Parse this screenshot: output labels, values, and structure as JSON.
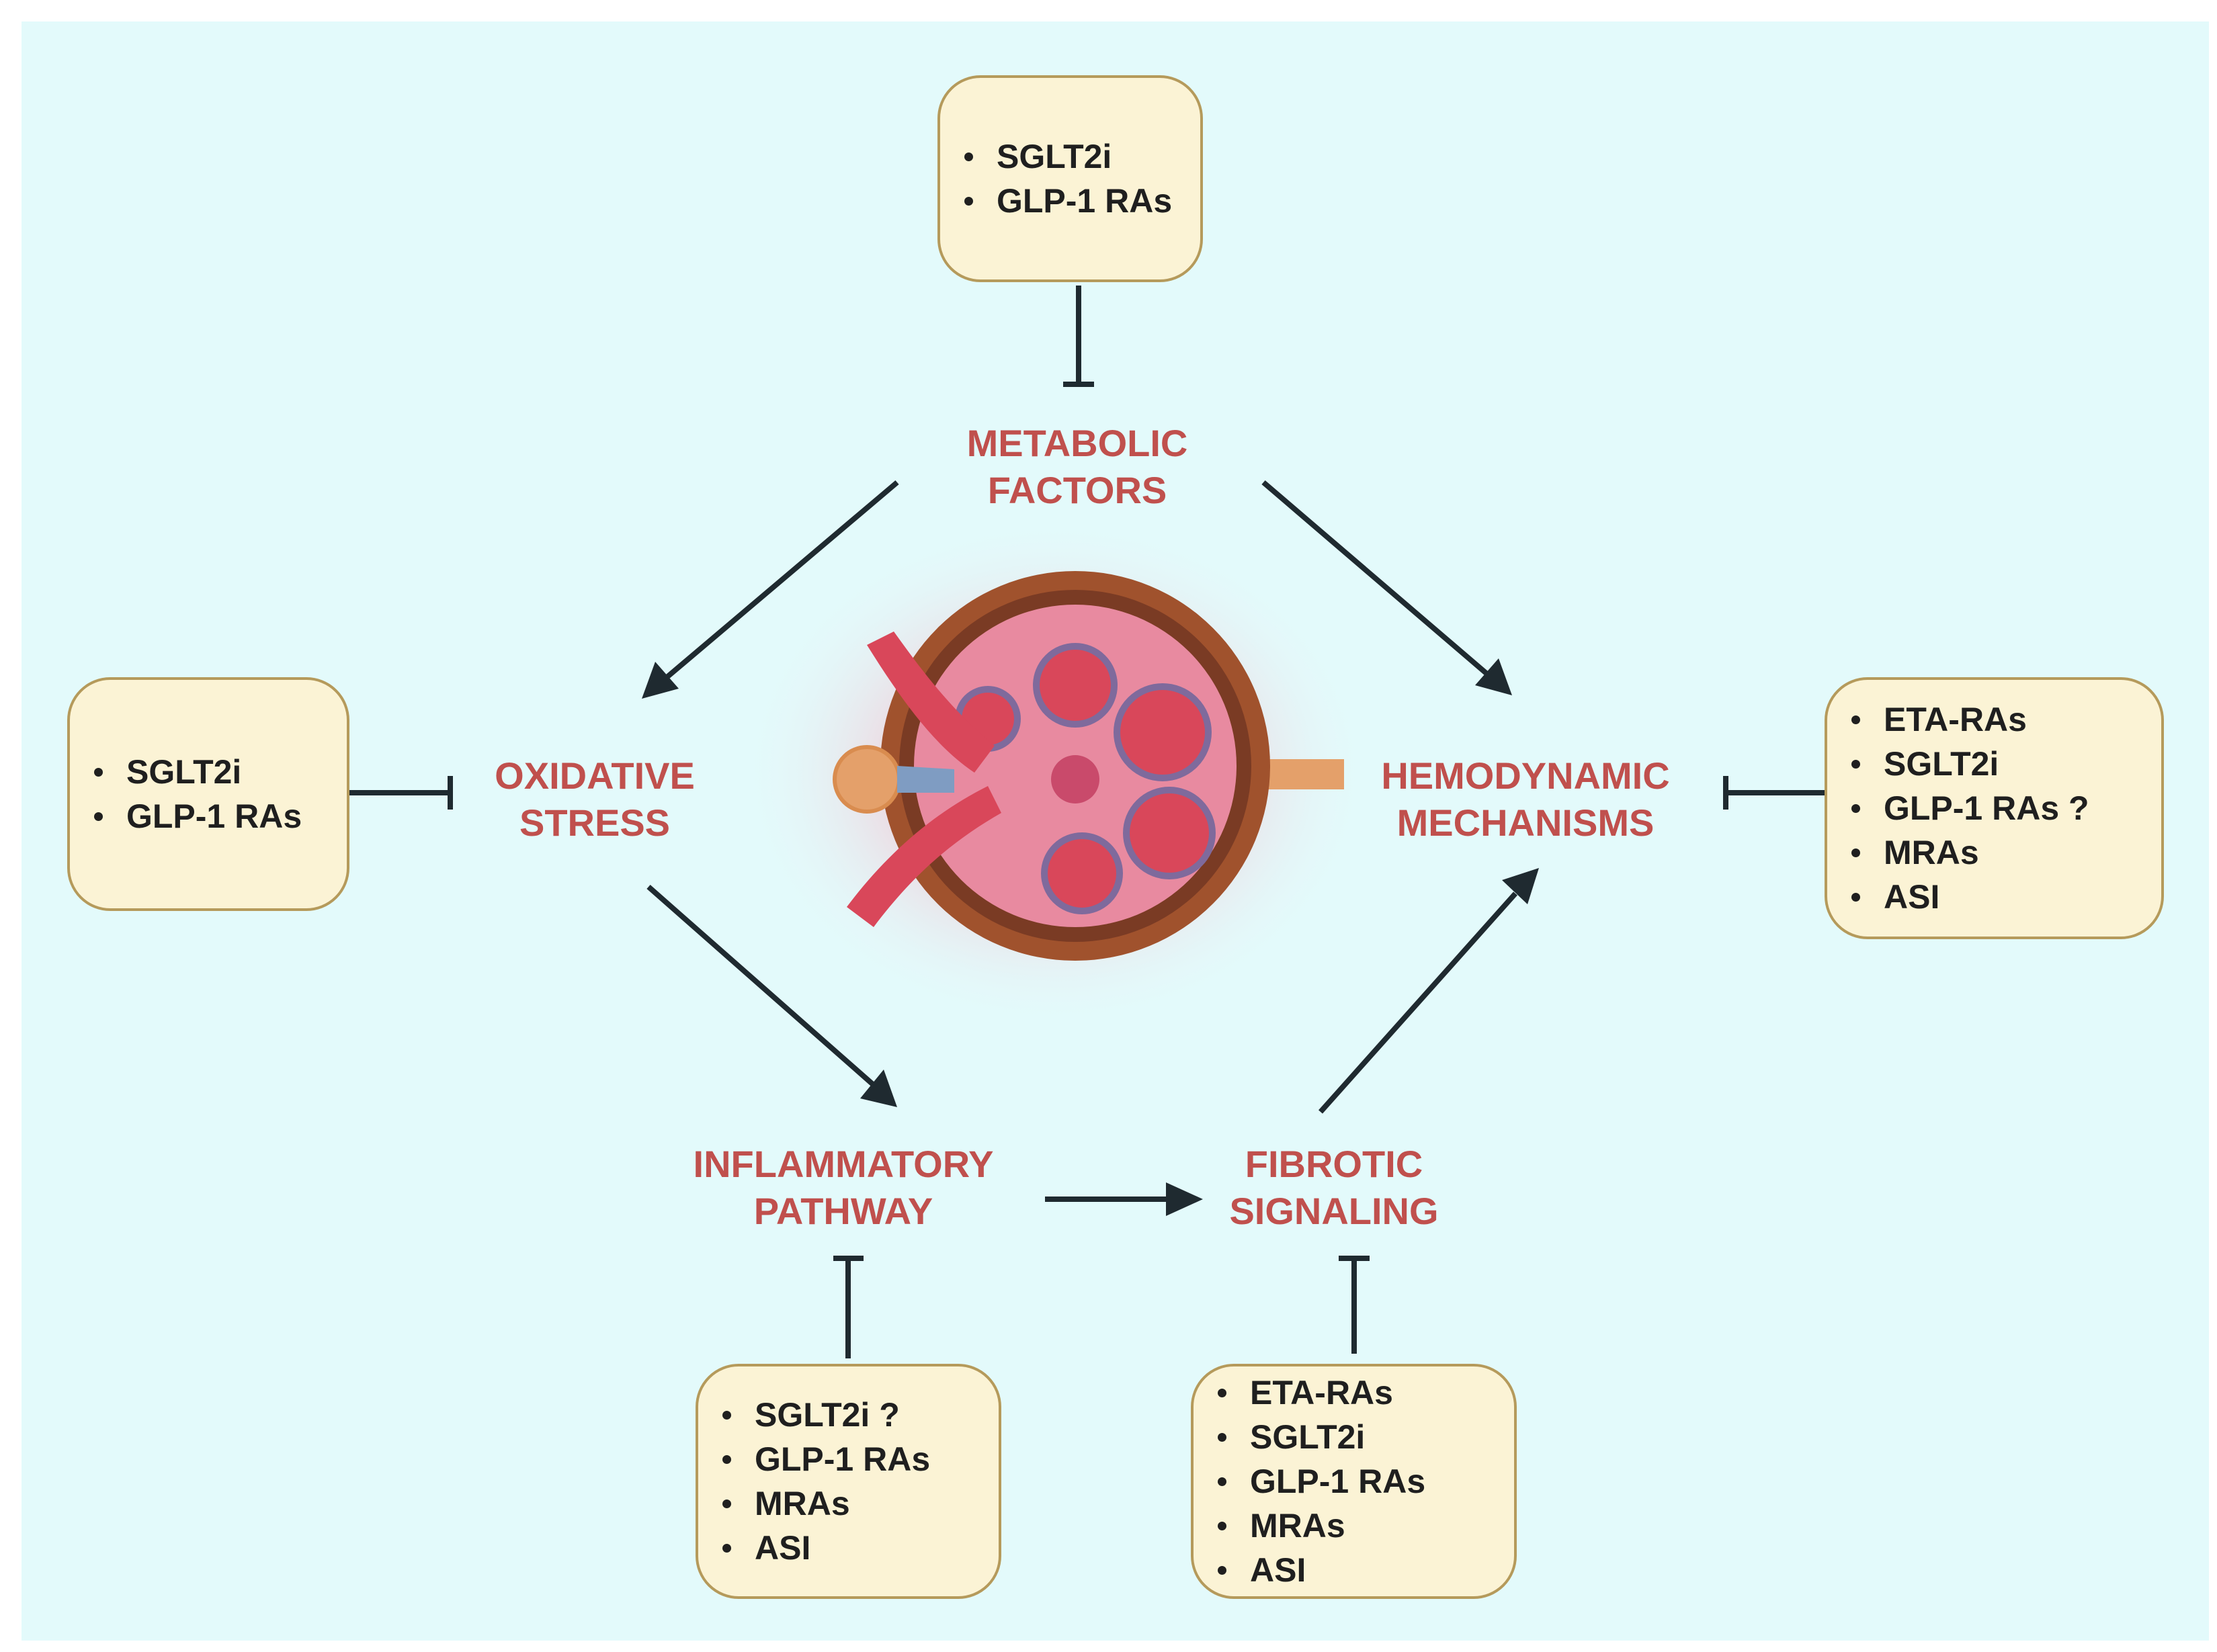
{
  "mechanisms": {
    "metabolic": [
      "METABOLIC",
      "FACTORS"
    ],
    "oxidative": [
      "OXIDATIVE",
      "STRESS"
    ],
    "hemodynamic": [
      "HEMODYNAMIC",
      "MECHANISMS"
    ],
    "inflammatory": [
      "INFLAMMATORY",
      "PATHWAY"
    ],
    "fibrotic": [
      "FIBROTIC",
      "SIGNALING"
    ]
  },
  "drug_boxes": {
    "metabolic": [
      "SGLT2i",
      "GLP-1 RAs"
    ],
    "oxidative": [
      "SGLT2i",
      "GLP-1 RAs"
    ],
    "hemodynamic": [
      "ETA-RAs",
      "SGLT2i",
      "GLP-1 RAs ?",
      "MRAs",
      "ASI"
    ],
    "inflammatory": [
      "SGLT2i ?",
      "GLP-1 RAs",
      "MRAs",
      "ASI"
    ],
    "fibrotic": [
      "ETA-RAs",
      "SGLT2i",
      "GLP-1 RAs",
      "MRAs",
      "ASI"
    ]
  },
  "colors": {
    "background": "#e3fafb",
    "box_fill": "#fbf3d5",
    "box_border": "#b59a5b",
    "label_red": "#c0504d",
    "arrow": "#1f2a30",
    "kidney_red": "#d9475a",
    "kidney_brown": "#a0522d"
  },
  "center_icon": "kidney-glomerulus-icon"
}
